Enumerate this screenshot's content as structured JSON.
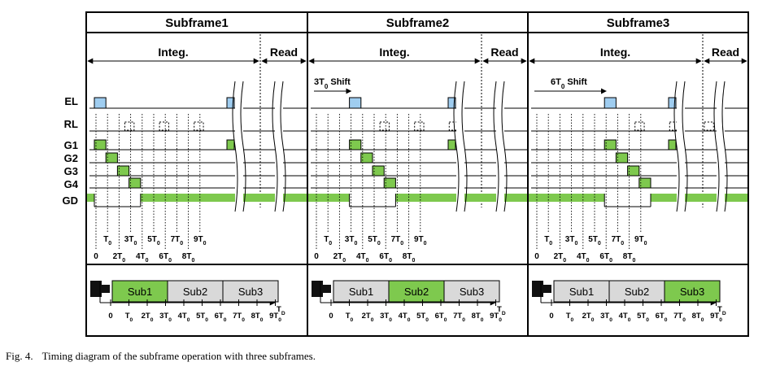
{
  "subframe_titles": [
    "Subframe1",
    "Subframe2",
    "Subframe3"
  ],
  "phase_labels": {
    "integration": "Integ.",
    "readout": "Read"
  },
  "shift_labels": [
    "3T",
    "6T"
  ],
  "shift_word": "Shift",
  "signal_rows": [
    "EL",
    "RL",
    "G1",
    "G2",
    "G3",
    "G4",
    "GD"
  ],
  "tick_upper": [
    "T0",
    "3T0",
    "5T0",
    "7T0",
    "9T0"
  ],
  "tick_lower": [
    "0",
    "2T0",
    "4T0",
    "6T0",
    "8T0"
  ],
  "bar_segments": [
    "Sub1",
    "Sub2",
    "Sub3"
  ],
  "time_axis_ticks": [
    "0",
    "T0",
    "2T0",
    "3T0",
    "4T0",
    "5T0",
    "6T0",
    "7T0",
    "8T0",
    "9T0"
  ],
  "time_axis_label": "TD",
  "subscript": "0",
  "highlight_color": "#7ec94e",
  "emission_color": "#9fcdf0",
  "segment_gray": "#d9d9d9",
  "caption": {
    "label": "Fig. 4.",
    "text": "Timing diagram of the subframe operation with three subframes."
  }
}
